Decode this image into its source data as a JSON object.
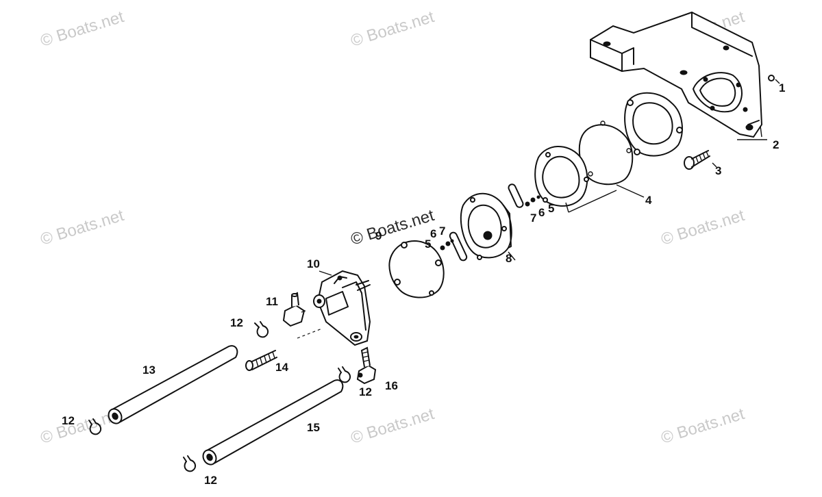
{
  "watermark": "© Boats.net",
  "parts": [
    "1",
    "2",
    "3",
    "4",
    "5",
    "6",
    "7",
    "6",
    "7",
    "5",
    "8",
    "9",
    "10",
    "11",
    "12",
    "13",
    "14",
    "12",
    "15",
    "16",
    "12",
    "12"
  ],
  "callouts": {
    "p1": "1",
    "p2": "2",
    "p3": "3",
    "p4": "4",
    "p5a": "5",
    "p6a": "6",
    "p7a": "7",
    "p6b": "6",
    "p7b": "7",
    "p5b": "5",
    "p8": "8",
    "p9": "9",
    "p10": "10",
    "p11": "11",
    "p12a": "12",
    "p13": "13",
    "p14": "14",
    "p12b": "12",
    "p15": "15",
    "p16": "16",
    "p12c": "12",
    "p12d": "12"
  }
}
